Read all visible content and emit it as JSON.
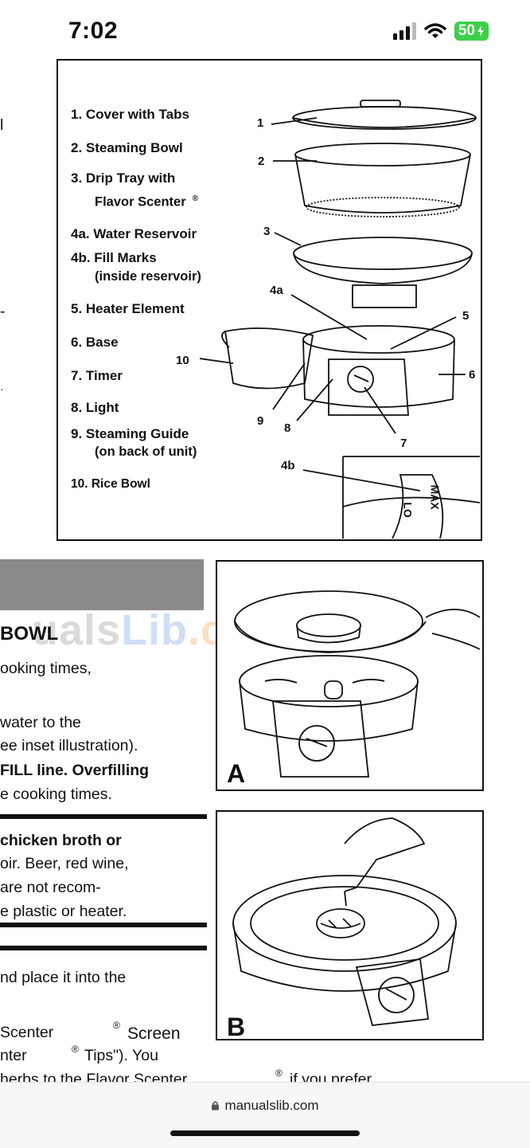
{
  "status": {
    "time": "7:02",
    "battery": "50"
  },
  "diagram": {
    "parts": [
      "1. Cover with Tabs",
      "2. Steaming Bowl",
      "3. Drip Tray with",
      "Flavor Scenter",
      "4a. Water Reservoir",
      "4b. Fill Marks",
      "(inside reservoir)",
      "5. Heater Element",
      "6. Base",
      "7. Timer",
      "8. Light",
      "9. Steaming Guide",
      "(on back of unit)",
      "10. Rice Bowl"
    ],
    "callouts": [
      "1",
      "2",
      "3",
      "4a",
      "5",
      "10",
      "6",
      "9",
      "8",
      "7",
      "4b"
    ],
    "inset_marks": [
      "MAX",
      "LO"
    ]
  },
  "page_text": {
    "edge_fragments": [
      "l",
      "-",
      "·"
    ],
    "heading": "BOWL",
    "lines": [
      "ooking times,",
      "water to the",
      "ee inset illustration).",
      "FILL line. Overfilling",
      "e cooking times.",
      "chicken broth or",
      "oir. Beer, red wine,",
      "are not recom-",
      "e plastic or heater.",
      "nd place it into the",
      "Scenter",
      "Screen",
      "nter",
      "Tips\"). You",
      "herbs to the Flavor Scenter",
      "if you prefer"
    ],
    "registered": "®"
  },
  "watermark": {
    "part1": "uals",
    "part2": "Lib",
    "part3": ".com"
  },
  "figures": {
    "a_label": "A",
    "b_label": "B"
  },
  "browser": {
    "url": "manualslib.com"
  }
}
